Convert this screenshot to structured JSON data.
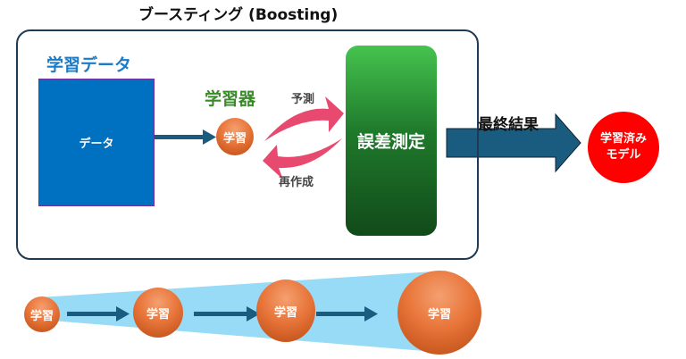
{
  "title": "ブースティング (Boosting)",
  "training_data": {
    "title": "学習データ",
    "box_label": "データ"
  },
  "learner": {
    "title": "学習器",
    "ball_label": "学習"
  },
  "loop": {
    "predict_label": "予測",
    "recreate_label": "再作成"
  },
  "error_measure": {
    "label": "誤差測定"
  },
  "final": {
    "arrow_label": "最終結果",
    "model_label": "学習済み\nモデル"
  },
  "progression": {
    "learners": [
      "学習",
      "学習",
      "学習",
      "学習"
    ]
  },
  "colors": {
    "frame": "#1f3a55",
    "data_box": "#0070c0",
    "learner_title": "#3a8a2a",
    "train_title": "#1a7bc8",
    "loop_arrow": "#e8496e",
    "arrow": "#1a5c80",
    "model": "#ff0000",
    "cone": "#97dbf6"
  }
}
